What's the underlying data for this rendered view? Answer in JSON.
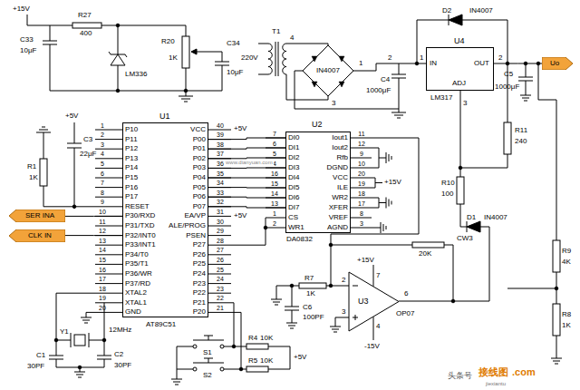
{
  "diagram": {
    "nodes": [
      {
        "text": [
          "U1",
          "AT89C51"
        ]
      },
      {
        "text": [
          "U2",
          "DA0832"
        ]
      },
      {
        "text": [
          "U4",
          "IN",
          "OUT",
          "ADJ",
          "LM317"
        ]
      },
      {
        "text": [
          "U3",
          "OP07"
        ]
      },
      {
        "text": [
          "SER INA"
        ]
      },
      {
        "text": [
          "CLK IN"
        ]
      },
      {
        "text": [
          "Uo"
        ]
      }
    ],
    "edges": [
      {
        "from": 0,
        "to": 1,
        "arrow": "none"
      },
      {
        "from": 0,
        "to": 1,
        "arrow": "none"
      },
      {
        "from": 0,
        "to": 1,
        "arrow": "none"
      },
      {
        "from": 0,
        "to": 1,
        "arrow": "none"
      },
      {
        "from": 0,
        "to": 1,
        "arrow": "none"
      },
      {
        "from": 0,
        "to": 1,
        "arrow": "none"
      },
      {
        "from": 0,
        "to": 1,
        "arrow": "none"
      },
      {
        "from": 0,
        "to": 1,
        "arrow": "none"
      },
      {
        "from": 4,
        "to": 0,
        "arrow": "none"
      },
      {
        "from": 5,
        "to": 0,
        "arrow": "none"
      },
      {
        "from": 2,
        "to": 6,
        "arrow": "none"
      }
    ],
    "labels": [
      "1",
      "2",
      "3",
      "4",
      "5",
      "6",
      "7",
      "8",
      "9",
      "10",
      "11",
      "12",
      "13",
      "14",
      "15",
      "16",
      "17",
      "18",
      "19",
      "20",
      "P10",
      "P11",
      "P12",
      "P13",
      "P14",
      "P15",
      "P16",
      "P17",
      "RESET",
      "P30/RXD",
      "P31/TXD",
      "P32/INT0",
      "P33/INT1",
      "P34/T0",
      "P35/T1",
      "P36/WR",
      "P37/RD",
      "XTAL2",
      "XTAL1",
      "GND",
      "VCC",
      "P00",
      "P01",
      "P02",
      "P03",
      "P04",
      "P05",
      "P06",
      "P07",
      "EA/VP",
      "ALE/PROG",
      "PSEN",
      "P27",
      "P26",
      "P25",
      "P24",
      "P23",
      "P22",
      "P21",
      "P20",
      "40",
      "39",
      "38",
      "37",
      "36",
      "35",
      "34",
      "33",
      "32",
      "31",
      "30",
      "29",
      "28",
      "27",
      "26",
      "25",
      "24",
      "23",
      "22",
      "21",
      "DI0",
      "DI1",
      "DI2",
      "DI3",
      "DI4",
      "DI5",
      "DI6",
      "DI7",
      "CS",
      "WR1",
      "7",
      "6",
      "5",
      "4",
      "16",
      "15",
      "14",
      "13",
      "1",
      "2",
      "Iout1",
      "Iout2",
      "Rfb",
      "DGND",
      "VCC",
      "ILE",
      "WR2",
      "XFER",
      "VREF",
      "AGND",
      "11",
      "12",
      "9",
      "10",
      "20",
      "19",
      "18",
      "17",
      "8",
      "3",
      "+15V",
      "R27",
      "400",
      "C33",
      "10μF",
      "LM336",
      "R20",
      "1K",
      "C34",
      "10μF",
      "220V",
      "T1",
      "4",
      "IN4007",
      "1",
      "3",
      "2",
      "C4",
      "1000μF",
      "1",
      "D2",
      "IN4007",
      "2",
      "3",
      "C5",
      "1000μF",
      "R11",
      "240",
      "R10",
      "100",
      "D1",
      "IN4007",
      "CW3",
      "20K",
      "+15V",
      "7",
      "6",
      "2",
      "3",
      "4",
      "-15V",
      "R7",
      "1K",
      "C6",
      "100PF",
      "R9",
      "4K",
      "R8",
      "1K",
      "+5V",
      "R1",
      "1K",
      "C3",
      "22μF",
      "+5V",
      "+5V",
      "+15V",
      "Y1",
      "12MHz",
      "C1",
      "30PF",
      "C2",
      "30PF",
      "S1",
      "S2",
      "R4",
      "10K",
      "R5",
      "10K",
      "+5V",
      "www.dianyuan.com",
      "头条号",
      "接线图",
      ".com",
      "jiexiantu"
    ]
  }
}
